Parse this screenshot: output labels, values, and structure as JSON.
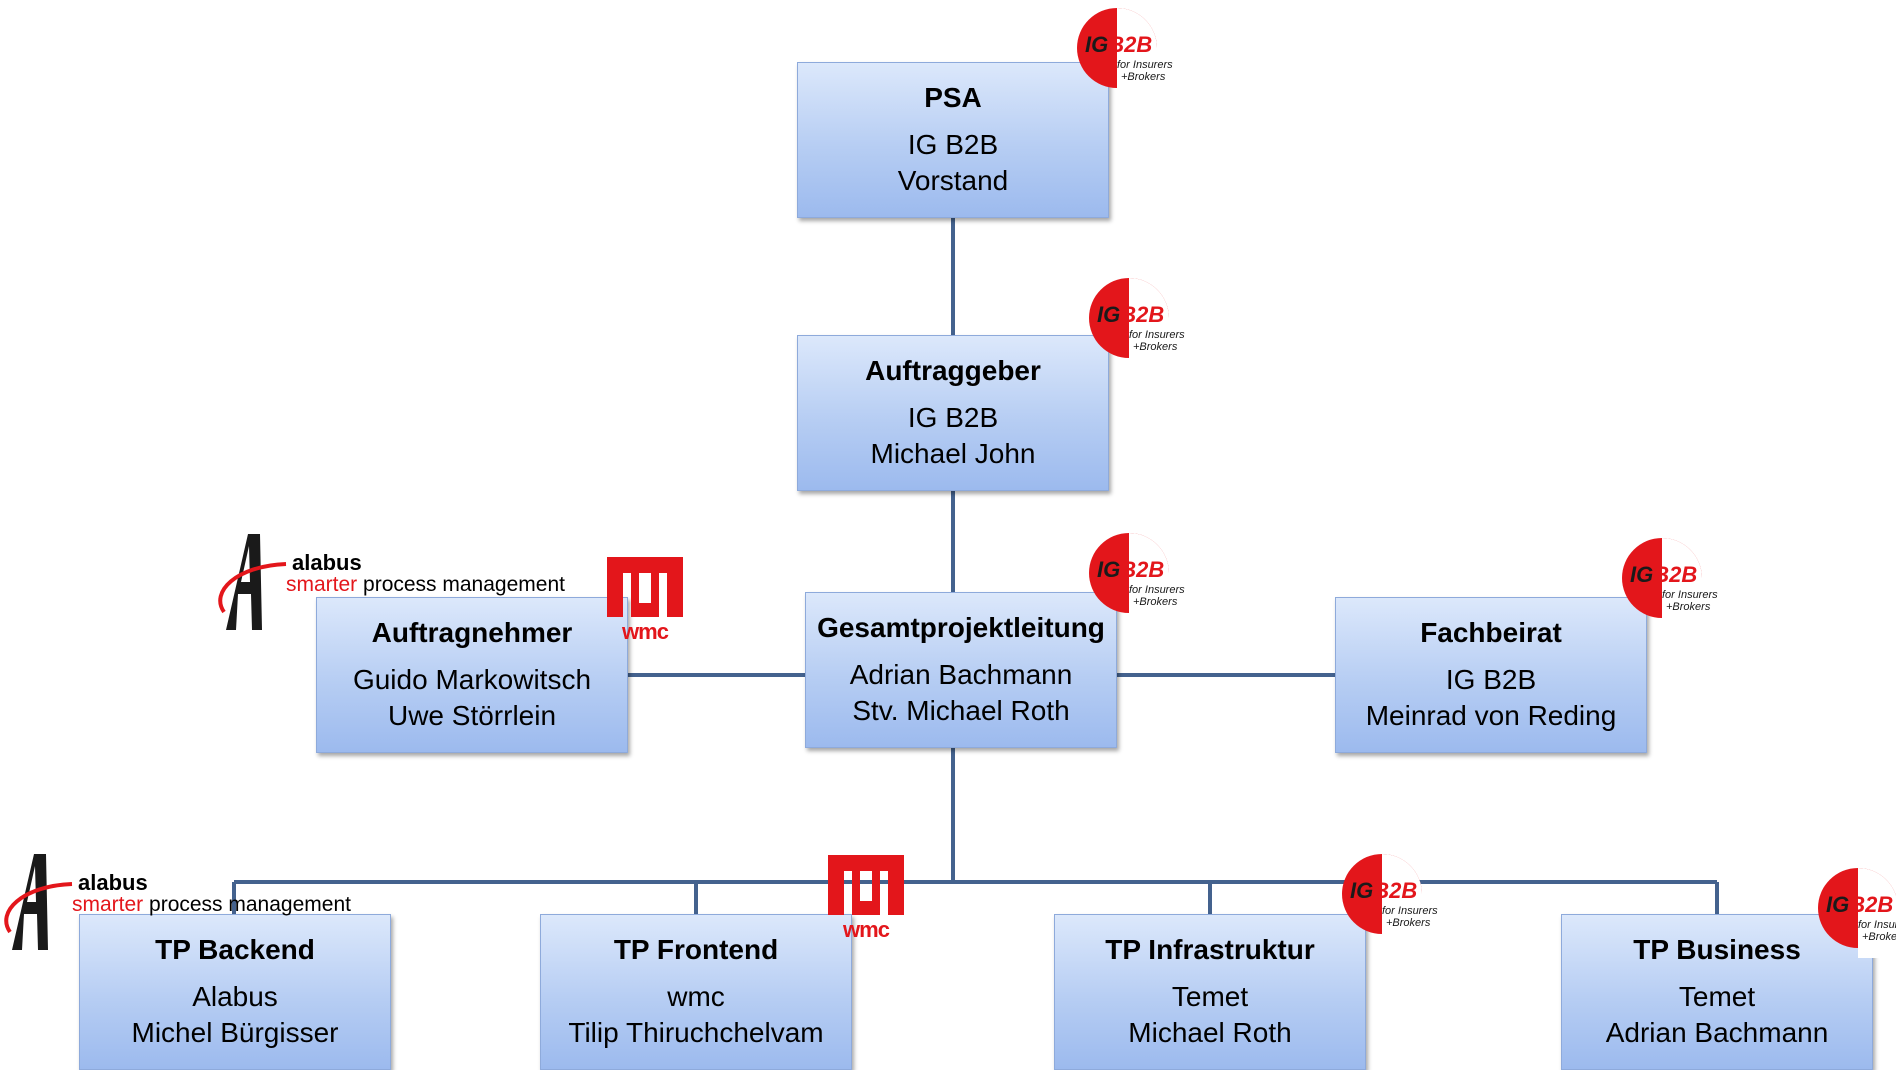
{
  "colors": {
    "connector": "#44628e",
    "box_border": "#8eaadb",
    "logo_red": "#e3161b",
    "logo_dark": "#1a1a1a"
  },
  "boxes": {
    "psa": {
      "title": "PSA",
      "line1": "IG B2B",
      "line2": "Vorstand"
    },
    "auftraggeber": {
      "title": "Auftraggeber",
      "line1": "IG B2B",
      "line2": "Michael John"
    },
    "gesamtprojektleitung": {
      "title": "Gesamtprojektleitung",
      "line1": "Adrian Bachmann",
      "line2": "Stv. Michael Roth"
    },
    "auftragnehmer": {
      "title": "Auftragnehmer",
      "line1": "Guido Markowitsch",
      "line2": "Uwe Störrlein"
    },
    "fachbeirat": {
      "title": "Fachbeirat",
      "line1": "IG B2B",
      "line2": "Meinrad von Reding"
    },
    "tp_backend": {
      "title": "TP Backend",
      "line1": "Alabus",
      "line2": "Michel Bürgisser"
    },
    "tp_frontend": {
      "title": "TP Frontend",
      "line1": "wmc",
      "line2": "Tilip Thiruchchelvam"
    },
    "tp_infrastruktur": {
      "title": "TP Infrastruktur",
      "line1": "Temet",
      "line2": "Michael Roth"
    },
    "tp_business": {
      "title": "TP Business",
      "line1": "Temet",
      "line2": "Adrian Bachmann"
    }
  },
  "logos": {
    "igb2b": {
      "ig": "IG",
      "b2b": "B2B",
      "tag1": "for Insurers",
      "tag2": "+Brokers"
    },
    "wmc": {
      "text": "wmc"
    },
    "alabus": {
      "word": "alabus",
      "tag_red": "smarter",
      "tag_rest": " process management"
    }
  }
}
